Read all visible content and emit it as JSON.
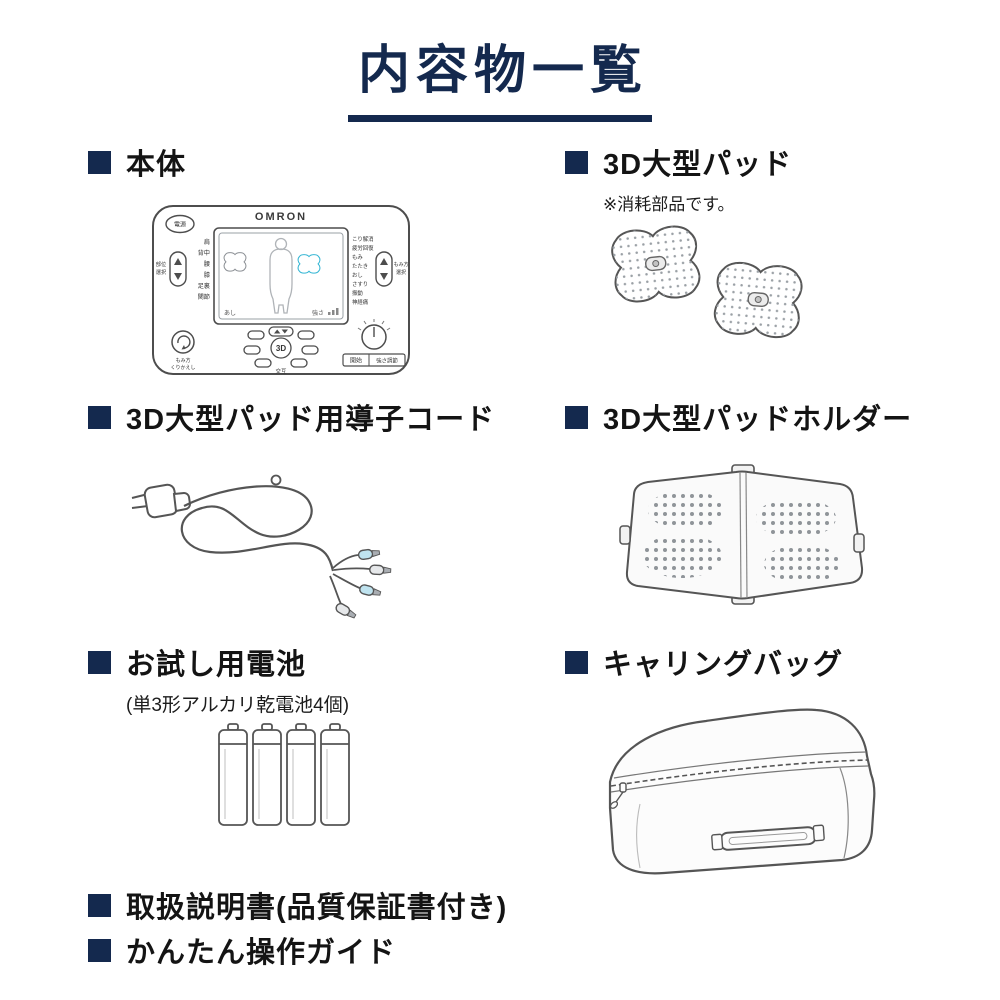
{
  "page": {
    "title": "内容物一覧"
  },
  "items": {
    "main_unit": {
      "label": "本体"
    },
    "pads": {
      "label": "3D大型パッド",
      "note": "※消耗部品です。"
    },
    "cord": {
      "label": "3D大型パッド用導子コード"
    },
    "holder": {
      "label": "3D大型パッドホルダー"
    },
    "batteries": {
      "label": "お試し用電池",
      "note": "(単3形アルカリ乾電池4個)"
    },
    "bag": {
      "label": "キャリングバッグ"
    }
  },
  "footer": {
    "manual": "取扱説明書(品質保証書付き)",
    "guide": "かんたん操作ガイド"
  },
  "device": {
    "brand": "OMRON",
    "power": "電源",
    "part_select": [
      "部位",
      "選択"
    ],
    "mode_select": [
      "もみ方",
      "選択"
    ],
    "body_parts": [
      "肩",
      "背中",
      "腰",
      "膝",
      "足裏",
      "関節"
    ],
    "modes": [
      "こり解消",
      "疲労回復",
      "もみ",
      "たたき",
      "おし",
      "さすり",
      "振動",
      "神経痛"
    ],
    "screen_status": [
      "あし",
      "強さ"
    ],
    "center_button": "3D",
    "alternate": "交互",
    "repeat": [
      "もみ方",
      "くりかえし"
    ],
    "start": "開始",
    "intensity": "強さ調節"
  },
  "colors": {
    "accent": "#14294e",
    "line": "#555555",
    "cyan": "#35b6d4"
  }
}
